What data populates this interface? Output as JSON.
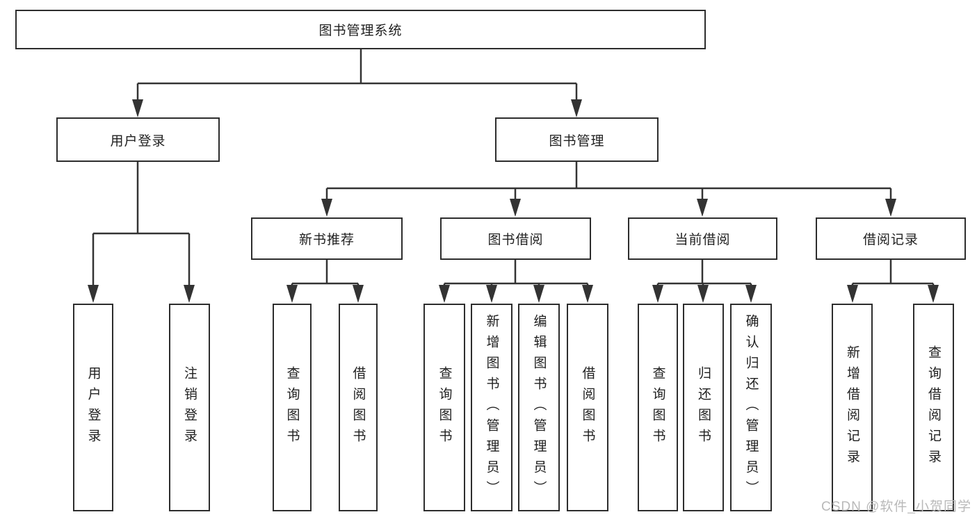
{
  "tree": {
    "root": {
      "label": "图书管理系统"
    },
    "branches": [
      {
        "label": "用户登录",
        "children": [
          {
            "label": "用户登录"
          },
          {
            "label": "注销登录"
          }
        ]
      },
      {
        "label": "图书管理",
        "children": [
          {
            "label": "新书推荐",
            "children": [
              {
                "label": "查询图书"
              },
              {
                "label": "借阅图书"
              }
            ]
          },
          {
            "label": "图书借阅",
            "children": [
              {
                "label": "查询图书"
              },
              {
                "label": "新增图书（管理员）"
              },
              {
                "label": "编辑图书（管理员）"
              },
              {
                "label": "借阅图书"
              }
            ]
          },
          {
            "label": "当前借阅",
            "children": [
              {
                "label": "查询图书"
              },
              {
                "label": "归还图书"
              },
              {
                "label": "确认归还（管理员）"
              }
            ]
          },
          {
            "label": "借阅记录",
            "children": [
              {
                "label": "新增借阅记录"
              },
              {
                "label": "查询借阅记录"
              }
            ]
          }
        ]
      }
    ]
  },
  "watermark": {
    "text": "CSDN @软件_小贺同学"
  },
  "colors": {
    "line": "#333333",
    "box_border": "#2d2d2d",
    "box_bg": "#ffffff",
    "text": "#1f1f1f",
    "watermark": "#b9b9b9",
    "background": "#ffffff"
  }
}
